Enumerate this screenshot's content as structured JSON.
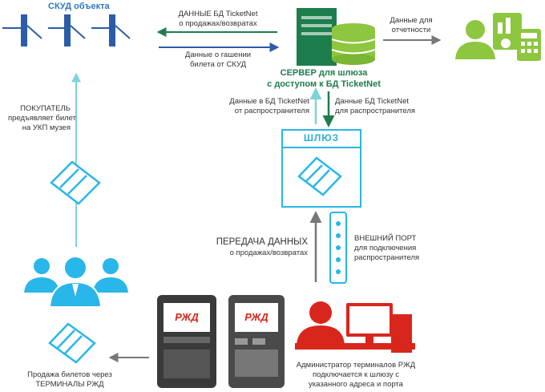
{
  "nodes": {
    "access_control": "СКУД объекта",
    "server": [
      "СЕРВЕР для шлюза",
      "с доступом к БД TicketNet"
    ],
    "gateway": "ШЛЮЗ"
  },
  "edges": {
    "db_to_skud": [
      "ДАННЫЕ БД TicketNet",
      "о продажах/возвратах"
    ],
    "redeem_info": [
      "Данные о гашении",
      "билета от СКУД"
    ],
    "reporting": [
      "Данные для",
      "отчетности"
    ],
    "from_distributors": [
      "Данные в БД TicketNet",
      "от распространителя"
    ],
    "to_distributors": [
      "Данные БД TicketNet",
      "для распространителя"
    ],
    "buyer_ticket": [
      "ПОКУПАТЕЛЬ",
      "предъявляет билет",
      "на УКП музея"
    ],
    "transfer_title": "ПЕРЕДАЧА ДАННЫХ",
    "transfer_sub": "о продажах/возвратах",
    "ext_port": [
      "ВНЕШНИЙ ПОРТ",
      "для подключения",
      "распространителя"
    ],
    "sales": [
      "Продажа билетов через",
      "ТЕРМИНАЛЫ РЖД"
    ],
    "admin": [
      "Администратор терминалов РЖД",
      "подключается к шлюзу с",
      "указанного адреса и порта"
    ]
  },
  "logos": [
    "РЖД",
    "РЖД"
  ],
  "colors": {
    "blue": "#2b5ca8",
    "teal": "#29b6e8",
    "server_green": "#1e7d4c",
    "report_green": "#8dc63f",
    "admin_red": "#d9261c",
    "arrow_gray": "#777777",
    "gateway_arrow": "#1e7d4c",
    "light_teal_arrow": "#7fd3d9"
  }
}
